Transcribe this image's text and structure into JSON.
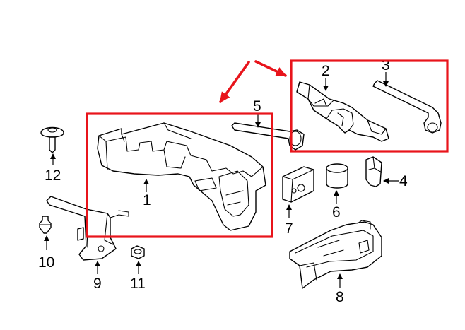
{
  "diagram": {
    "highlight_color": "#e8141b",
    "callouts": {
      "c1": "1",
      "c2": "2",
      "c3": "3",
      "c4": "4",
      "c5": "5",
      "c6": "6",
      "c7": "7",
      "c8": "8",
      "c9": "9",
      "c10": "10",
      "c11": "11",
      "c12": "12"
    }
  }
}
